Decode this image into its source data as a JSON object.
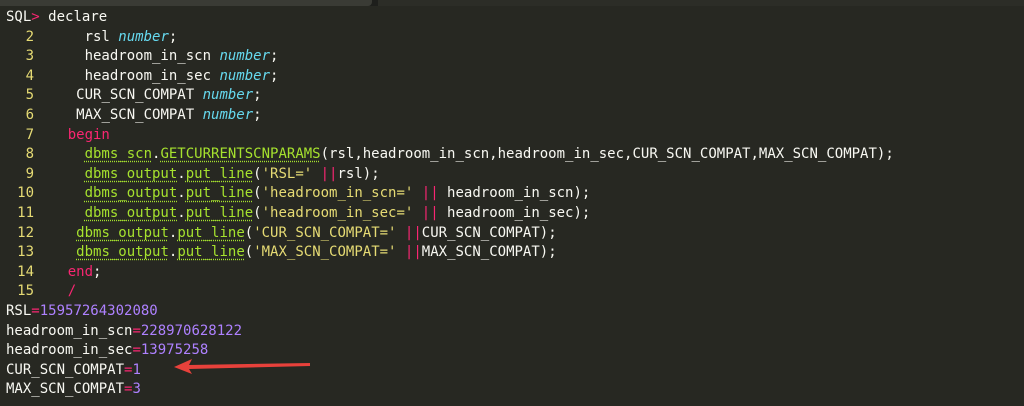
{
  "prompt": {
    "sql": "SQL",
    "gt": ">",
    "cmd": "declare"
  },
  "code": [
    {
      "n": "2",
      "indent": "      ",
      "parts": [
        [
          "plain",
          "rsl "
        ],
        [
          "type",
          "number"
        ],
        [
          "plain",
          ";"
        ]
      ]
    },
    {
      "n": "3",
      "indent": "      ",
      "parts": [
        [
          "plain",
          "headroom_in_scn "
        ],
        [
          "type",
          "number"
        ],
        [
          "plain",
          ";"
        ]
      ]
    },
    {
      "n": "4",
      "indent": "      ",
      "parts": [
        [
          "plain",
          "headroom_in_sec "
        ],
        [
          "type",
          "number"
        ],
        [
          "plain",
          ";"
        ]
      ]
    },
    {
      "n": "5",
      "indent": "     ",
      "parts": [
        [
          "plain",
          "CUR_SCN_COMPAT "
        ],
        [
          "type",
          "number"
        ],
        [
          "plain",
          ";"
        ]
      ]
    },
    {
      "n": "6",
      "indent": "     ",
      "parts": [
        [
          "plain",
          "MAX_SCN_COMPAT "
        ],
        [
          "type",
          "number"
        ],
        [
          "plain",
          ";"
        ]
      ]
    },
    {
      "n": "7",
      "indent": "    ",
      "parts": [
        [
          "ctrl",
          "begin"
        ]
      ]
    },
    {
      "n": "8",
      "indent": "      ",
      "parts": [
        [
          "fn",
          "dbms_scn"
        ],
        [
          "plain",
          "."
        ],
        [
          "fn",
          "GETCURRENTSCNPARAMS"
        ],
        [
          "plain",
          "(rsl,headroom_in_scn,headroom_in_sec,CUR_SCN_COMPAT,MAX_SCN_COMPAT);"
        ]
      ]
    },
    {
      "n": "9",
      "indent": "      ",
      "parts": [
        [
          "fn",
          "dbms_output"
        ],
        [
          "plain",
          "."
        ],
        [
          "fn",
          "put_line"
        ],
        [
          "plain",
          "("
        ],
        [
          "str",
          "'RSL='"
        ],
        [
          "plain",
          " "
        ],
        [
          "op",
          "||"
        ],
        [
          "plain",
          "rsl);"
        ]
      ]
    },
    {
      "n": "10",
      "indent": "      ",
      "parts": [
        [
          "fn",
          "dbms_output"
        ],
        [
          "plain",
          "."
        ],
        [
          "fn",
          "put_line"
        ],
        [
          "plain",
          "("
        ],
        [
          "str",
          "'headroom_in_scn='"
        ],
        [
          "plain",
          " "
        ],
        [
          "op",
          "||"
        ],
        [
          "plain",
          " headroom_in_scn);"
        ]
      ]
    },
    {
      "n": "11",
      "indent": "      ",
      "parts": [
        [
          "fn",
          "dbms_output"
        ],
        [
          "plain",
          "."
        ],
        [
          "fn",
          "put_line"
        ],
        [
          "plain",
          "("
        ],
        [
          "str",
          "'headroom_in_sec='"
        ],
        [
          "plain",
          " "
        ],
        [
          "op",
          "||"
        ],
        [
          "plain",
          " headroom_in_sec);"
        ]
      ]
    },
    {
      "n": "12",
      "indent": "     ",
      "parts": [
        [
          "fn",
          "dbms_output"
        ],
        [
          "plain",
          "."
        ],
        [
          "fn",
          "put_line"
        ],
        [
          "plain",
          "("
        ],
        [
          "str",
          "'CUR_SCN_COMPAT='"
        ],
        [
          "plain",
          " "
        ],
        [
          "op",
          "||"
        ],
        [
          "plain",
          "CUR_SCN_COMPAT);"
        ]
      ]
    },
    {
      "n": "13",
      "indent": "     ",
      "parts": [
        [
          "fn",
          "dbms_output"
        ],
        [
          "plain",
          "."
        ],
        [
          "fn",
          "put_line"
        ],
        [
          "plain",
          "("
        ],
        [
          "str",
          "'MAX_SCN_COMPAT='"
        ],
        [
          "plain",
          " "
        ],
        [
          "op",
          "||"
        ],
        [
          "plain",
          "MAX_SCN_COMPAT);"
        ]
      ]
    },
    {
      "n": "14",
      "indent": "    ",
      "parts": [
        [
          "ctrl",
          "end"
        ],
        [
          "plain",
          ";"
        ]
      ]
    },
    {
      "n": "15",
      "indent": "    ",
      "parts": [
        [
          "ctrl",
          "/"
        ]
      ]
    }
  ],
  "output": [
    {
      "key": "RSL",
      "eq": "=",
      "val": "15957264302080"
    },
    {
      "key": "headroom_in_scn",
      "eq": "=",
      "val": "228970628122"
    },
    {
      "key": "headroom_in_sec",
      "eq": "=",
      "val": "13975258"
    },
    {
      "key": "CUR_SCN_COMPAT",
      "eq": "=",
      "val": "1"
    },
    {
      "key": "MAX_SCN_COMPAT",
      "eq": "=",
      "val": "3"
    }
  ],
  "colors": {
    "background": "#272822",
    "line_number": "#e6db74",
    "type": "#66d9ef",
    "keyword": "#f92672",
    "function": "#a6e22e",
    "string": "#e6db74",
    "number": "#ae81ff",
    "annotation_arrow": "#e8413b"
  },
  "annotation": {
    "icon": "red-arrow-icon",
    "target": "CUR_SCN_COMPAT"
  }
}
